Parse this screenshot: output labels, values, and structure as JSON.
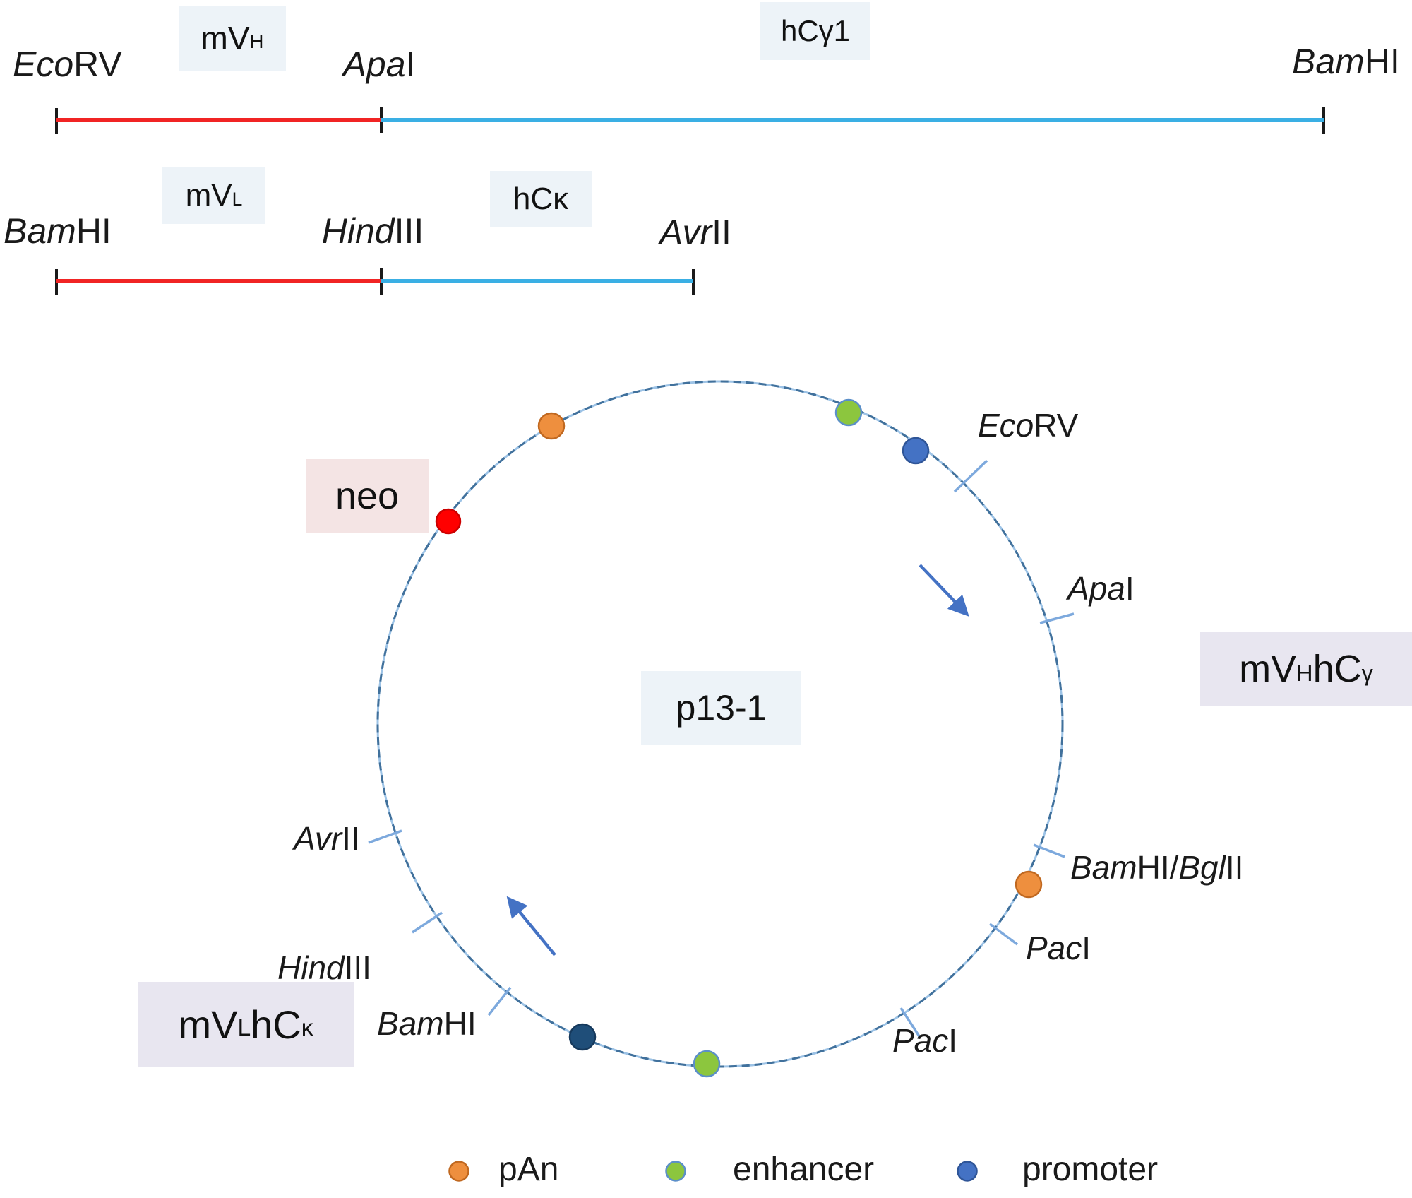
{
  "colors": {
    "red_segment": "#f12424",
    "blue_segment": "#3aafe4",
    "tick_black": "#1a1a1a",
    "circle_dark": "#41719c",
    "circle_light": "#9dc3e6",
    "site_tick": "#7da9dd",
    "arrow": "#4472c4",
    "pan_fill": "#ee8f3e",
    "pan_edge": "#c06820",
    "enhancer_fill": "#8cc63e",
    "enhancer_edge": "#5b8fc9",
    "promoter_fill": "#4472c4",
    "promoter_edge": "#2f5597",
    "promoter_dark_fill": "#1f4e79",
    "promoter_dark_edge": "#16395c",
    "neo_fill": "#ff0000",
    "neo_edge": "#cc0000"
  },
  "fragments": {
    "heavy": {
      "site_left": {
        "i1": "Eco",
        "r1": "RV"
      },
      "v_gene": {
        "main": "mV",
        "sub": "H"
      },
      "site_mid": {
        "i1": "Apa",
        "r1": "I"
      },
      "c_gene": "hCγ1",
      "site_right": {
        "i1": "Bam",
        "r1": "HI"
      }
    },
    "light": {
      "site_left": {
        "i1": "Bam",
        "r1": "HI"
      },
      "v_gene": {
        "main": "mV",
        "sub": "L"
      },
      "site_mid": {
        "i1": "Hind",
        "r1": "III"
      },
      "c_gene": "hCκ",
      "site_right": {
        "i1": "Avr",
        "r1": "II"
      }
    }
  },
  "plasmid": {
    "name": "p13-1",
    "neo_label": "neo",
    "heavy_cassette": {
      "p1": "mV",
      "s1": "H",
      "p2": "hC",
      "s2": "γ"
    },
    "light_cassette": {
      "p1": "mV",
      "s1": "L",
      "p2": "hC",
      "s2": "κ"
    },
    "sites": {
      "ecorv": {
        "i1": "Eco",
        "r1": "RV"
      },
      "apai": {
        "i1": "Apa",
        "r1": "I"
      },
      "bamhi_bglii": {
        "i1": "Bam",
        "r1": "HI/",
        "i2": "Bgl",
        "r2": "II"
      },
      "paci_upper": {
        "i1": "Pac",
        "r1": "I"
      },
      "paci_lower": {
        "i1": "Pac",
        "r1": "I"
      },
      "bamhi": {
        "i1": "Bam",
        "r1": "HI"
      },
      "hindiii": {
        "i1": "Hind",
        "r1": "III"
      },
      "avrii": {
        "i1": "Avr",
        "r1": "II"
      }
    }
  },
  "legend": {
    "pan": {
      "label": "pAn"
    },
    "enhancer": {
      "label": "enhancer"
    },
    "promoter": {
      "label": "promoter"
    }
  }
}
